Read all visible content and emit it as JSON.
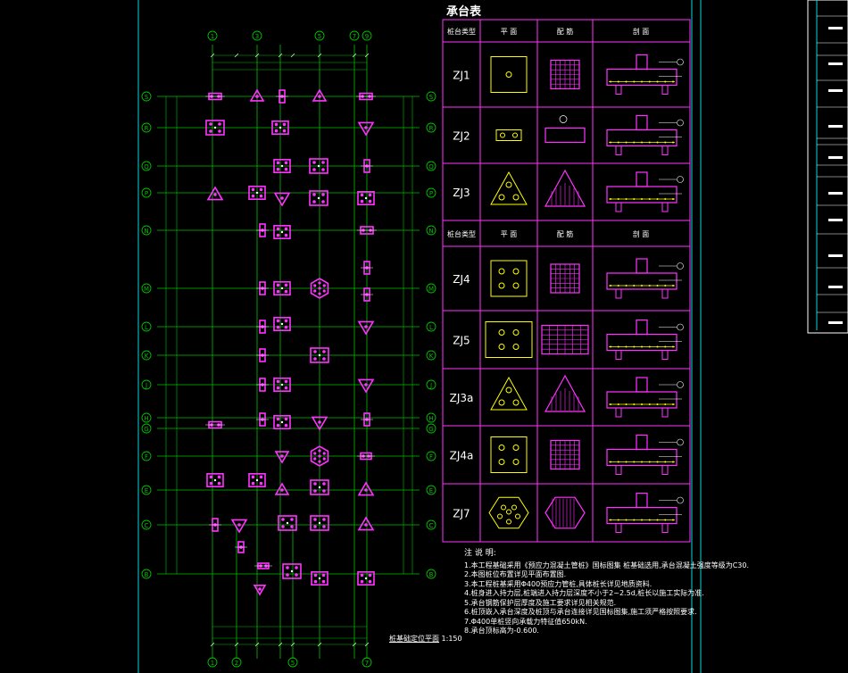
{
  "drawing": {
    "table_title": "承台表",
    "plan_title": "桩基础定位平面",
    "plan_scale": "1:150",
    "grid_top": [
      "1",
      "3",
      "5",
      "7",
      "9"
    ],
    "grid_bottom": [
      "1",
      "2",
      "5",
      "7"
    ],
    "grid_rows": [
      "S",
      "R",
      "Q",
      "P",
      "N",
      "M",
      "L",
      "K",
      "J",
      "H",
      "G",
      "F",
      "E",
      "C",
      "B"
    ],
    "header1": {
      "type": "桩台类型",
      "plan": "平 面",
      "rebar": "配 筋",
      "section": "剖 面"
    },
    "header2": {
      "type": "桩台类型",
      "plan": "平 面",
      "rebar": "配 筋",
      "section": "剖 面"
    },
    "cap_types": [
      "ZJ1",
      "ZJ2",
      "ZJ3",
      "ZJ4",
      "ZJ5",
      "ZJ3a",
      "ZJ4a",
      "ZJ7"
    ],
    "notes_title": "注 说 明:",
    "notes": [
      "1.本工程基础采用《预应力混凝土管桩》国标图集 桩基础选用,承台混凝土强度等级为C30.",
      "2.本图桩位布置详见平面布置图.",
      "3.本工程桩基采用Φ400预应力管桩,具体桩长详见地质资料.",
      "4.桩身进入持力层,桩端进入持力层深度不小于2~2.5d,桩长以施工实际为准.",
      "5.承台钢筋保护层厚度及施工要求详见相关规范.",
      "6.桩顶嵌入承台深度及桩顶与承台连接详见国标图集,施工须严格按照要求.",
      "7.Φ400单桩竖向承载力特征值650kN.",
      "8.承台顶标高为-0.600."
    ]
  },
  "colors": {
    "grid": "#00c000",
    "cap": "#ff33ff",
    "frame": "#00d8d8",
    "axis": "#ffffff",
    "rebar": "#ffff00"
  }
}
